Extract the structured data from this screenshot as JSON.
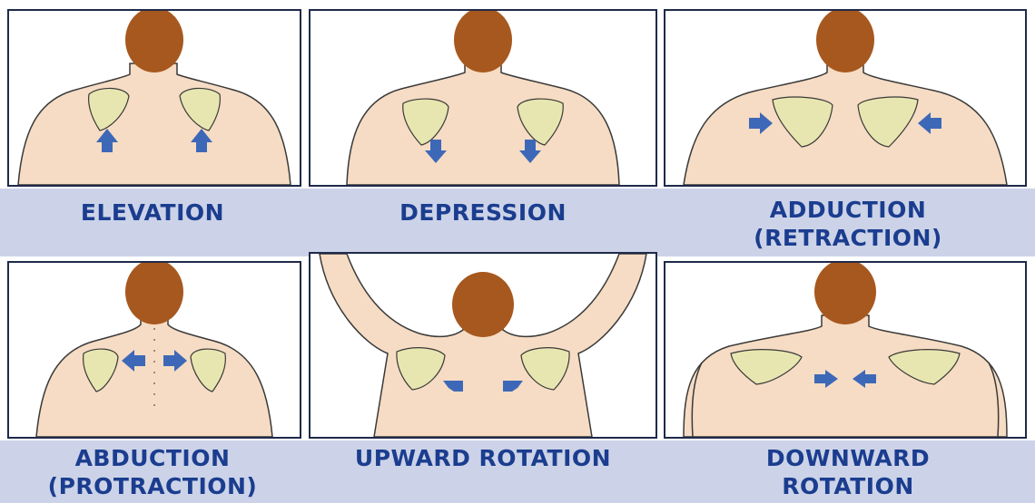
{
  "colors": {
    "skin": "#f6dcc4",
    "hair": "#a7581e",
    "scapula": "#e8e6b0",
    "arrow": "#3d68b8",
    "outline": "#3a3a3a",
    "label_text": "#1b3d8f",
    "label_band": "#ccd3e8"
  },
  "panels": [
    {
      "id": "elevation",
      "label": "ELEVATION",
      "arrow_direction": "up"
    },
    {
      "id": "depression",
      "label": "DEPRESSION",
      "arrow_direction": "down"
    },
    {
      "id": "adduction",
      "label": "ADDUCTION\n(RETRACTION)",
      "arrow_direction": "inward"
    },
    {
      "id": "abduction",
      "label": "ABDUCTION\n(PROTRACTION)",
      "arrow_direction": "outward"
    },
    {
      "id": "upward-rotation",
      "label": "UPWARD ROTATION",
      "arrow_direction": "down"
    },
    {
      "id": "downward-rotation",
      "label": "DOWNWARD\nROTATION",
      "arrow_direction": "inward"
    }
  ]
}
